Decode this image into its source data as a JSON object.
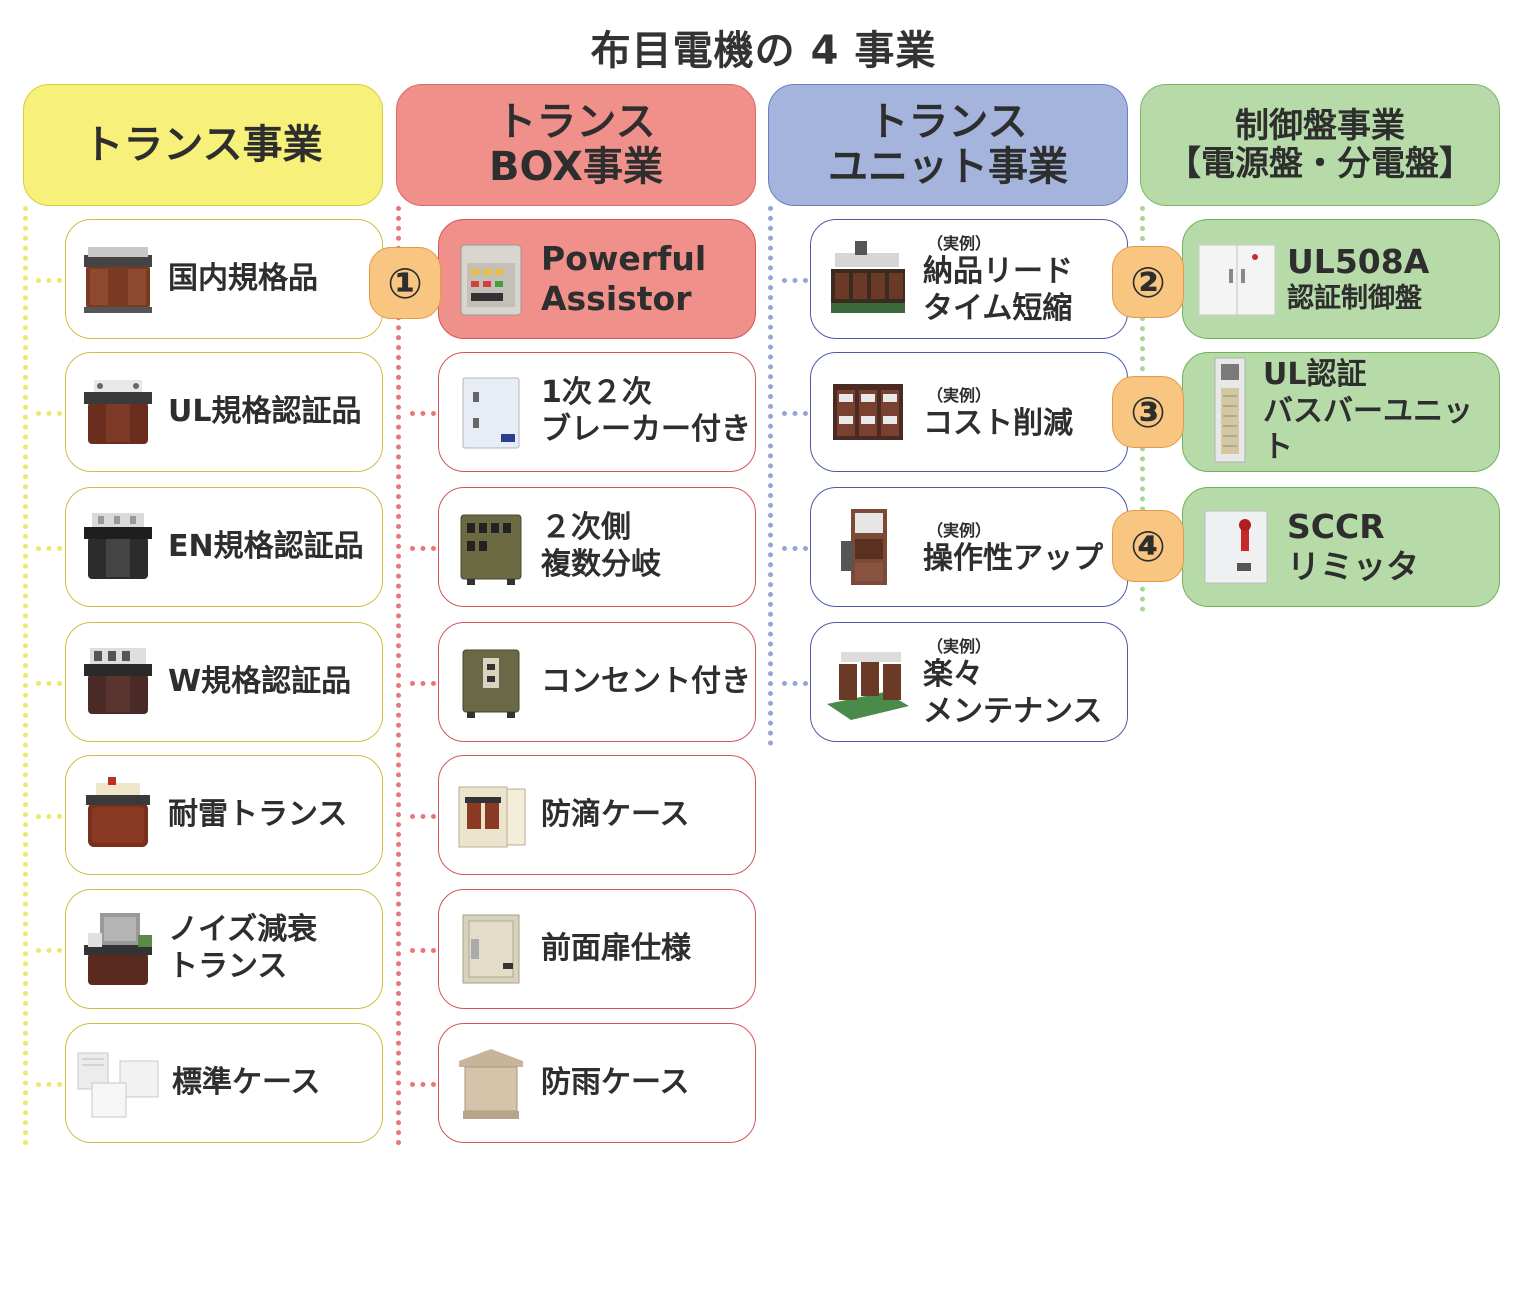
{
  "title": "布目電機の 4 事業",
  "columns": [
    {
      "header": "トランス事業",
      "color": "#f7f17c",
      "items": [
        {
          "label": "国内規格品",
          "icon": "brown-transformer-icon"
        },
        {
          "label": "UL規格認証品",
          "icon": "brown-transformer-icon"
        },
        {
          "label": "EN規格認証品",
          "icon": "black-transformer-icon"
        },
        {
          "label": "W規格認証品",
          "icon": "brown-transformer-icon"
        },
        {
          "label": "耐雷トランス",
          "icon": "brown-transformer-icon"
        },
        {
          "label": "ノイズ減衰\nトランス",
          "icon": "shielded-transformer-icon"
        },
        {
          "label": "標準ケース",
          "icon": "white-case-icon"
        }
      ]
    },
    {
      "header": "トランス\nBOX事業",
      "color": "#f0908a",
      "items": [
        {
          "label": "Powerful\nAssistor",
          "icon": "assistor-box-icon"
        },
        {
          "label": "1次２次\nブレーカー付き",
          "icon": "breaker-box-icon"
        },
        {
          "label": "２次側\n複数分岐",
          "icon": "olive-box-icon"
        },
        {
          "label": "コンセント付き",
          "icon": "outlet-box-icon"
        },
        {
          "label": "防滴ケース",
          "icon": "dripproof-case-icon"
        },
        {
          "label": "前面扉仕様",
          "icon": "front-door-case-icon"
        },
        {
          "label": "防雨ケース",
          "icon": "rainproof-case-icon"
        }
      ]
    },
    {
      "header": "トランス\nユニット事業",
      "color": "#a5b4dd",
      "example_label": "（実例）",
      "items": [
        {
          "label": "納品リード\nタイム短縮",
          "icon": "unit-assembly-icon"
        },
        {
          "label": "コスト削減",
          "icon": "unit-assembly-icon"
        },
        {
          "label": "操作性アップ",
          "icon": "unit-frame-icon"
        },
        {
          "label": "楽々\nメンテナンス",
          "icon": "unit-board-icon"
        }
      ]
    },
    {
      "header": "制御盤事業\n【電源盤・分電盤】",
      "color": "#b7dba8",
      "items": [
        {
          "label": "UL508A",
          "sublabel": "認証制御盤",
          "icon": "control-panel-icon"
        },
        {
          "label": "UL認証\nバスバーユニット",
          "icon": "busbar-unit-icon"
        },
        {
          "label": "SCCR\nリミッタ",
          "icon": "sccr-limiter-icon"
        }
      ]
    }
  ],
  "badges": [
    "①",
    "②",
    "③",
    "④"
  ]
}
